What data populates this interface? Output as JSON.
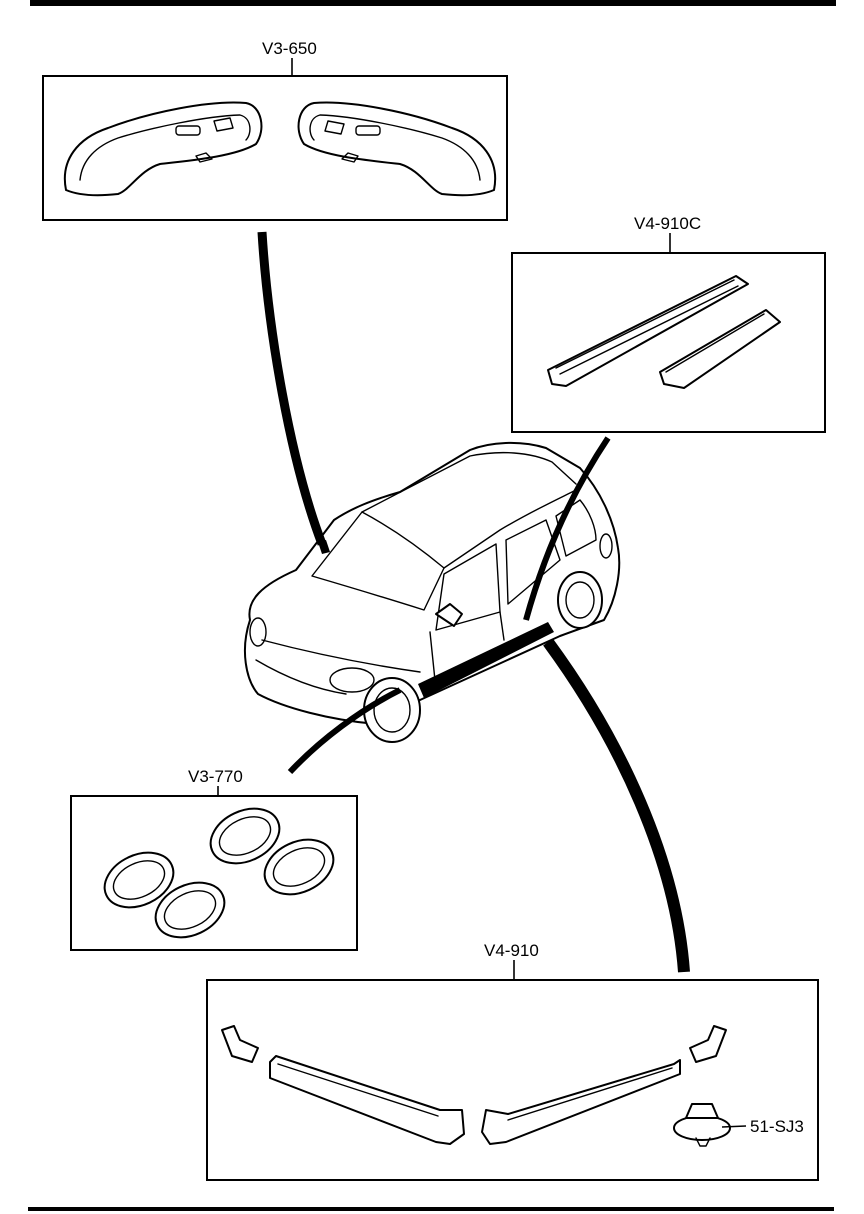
{
  "labels": {
    "mirror_covers": "V3-650",
    "scuff_plates": "V4-910C",
    "headlamp_rings": "V3-770",
    "side_skirts": "V4-910",
    "clip": "51-SJ3"
  }
}
